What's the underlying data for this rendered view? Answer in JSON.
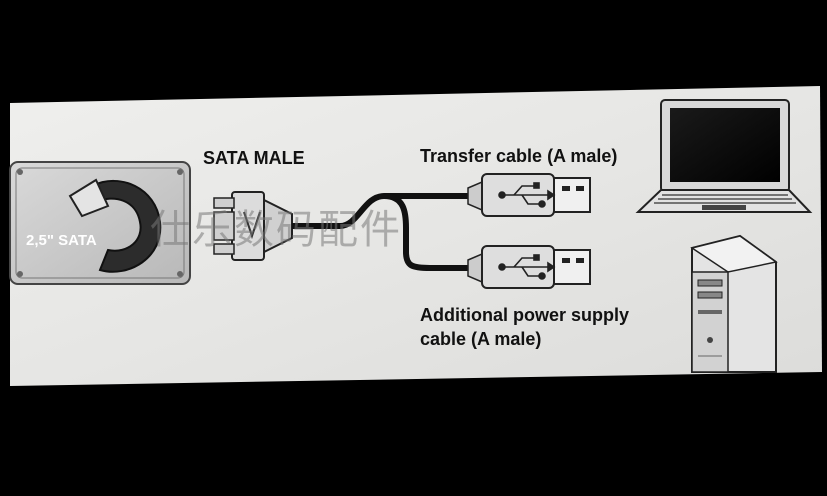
{
  "labels": {
    "sata_male": "SATA MALE",
    "transfer_cable": "Transfer cable (A male)",
    "power_line1": "Additional power supply",
    "power_line2": "cable (A male)",
    "hdd": "2,5\" SATA",
    "watermark": "仕乐数码配件"
  },
  "icons": {
    "hdd": "hard-drive-icon",
    "connector": "sata-connector-icon",
    "usb": "usb-symbol-icon",
    "laptop": "laptop-icon",
    "desktop": "desktop-tower-icon"
  },
  "colors": {
    "frame": "#000000",
    "paper": "#e8e8e6",
    "stroke": "#222222",
    "cable": "#111111"
  }
}
